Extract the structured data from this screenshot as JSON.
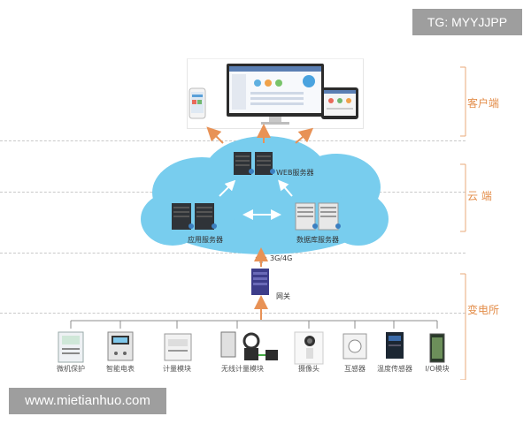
{
  "badges": {
    "tg": "TG: MYYJJPP",
    "website": "www.mietianhuo.com"
  },
  "zones": {
    "client": "客户端",
    "cloud": "云  端",
    "substation": "变电所"
  },
  "cloud": {
    "web_server": "WEB服务器",
    "app_server": "应用服务器",
    "db_server": "数据库服务器"
  },
  "network": {
    "wireless": "3G/4G",
    "gateway": "网关"
  },
  "devices": [
    {
      "label": "微机保护",
      "icon": "protection-relay-icon"
    },
    {
      "label": "智能电表",
      "icon": "smart-meter-icon"
    },
    {
      "label": "计量模块",
      "icon": "metering-module-icon"
    },
    {
      "label": "无线计量模块",
      "icon": "wireless-meter-icon"
    },
    {
      "label": "摄像头",
      "icon": "camera-icon"
    },
    {
      "label": "互感器",
      "icon": "transformer-icon"
    },
    {
      "label": "温度传感器",
      "icon": "temperature-sensor-icon"
    },
    {
      "label": "I/O模块",
      "icon": "io-module-icon"
    }
  ],
  "colors": {
    "arrow": "#e89256",
    "cloud_fill": "#78cdee",
    "zone_text": "#e38d4a"
  }
}
